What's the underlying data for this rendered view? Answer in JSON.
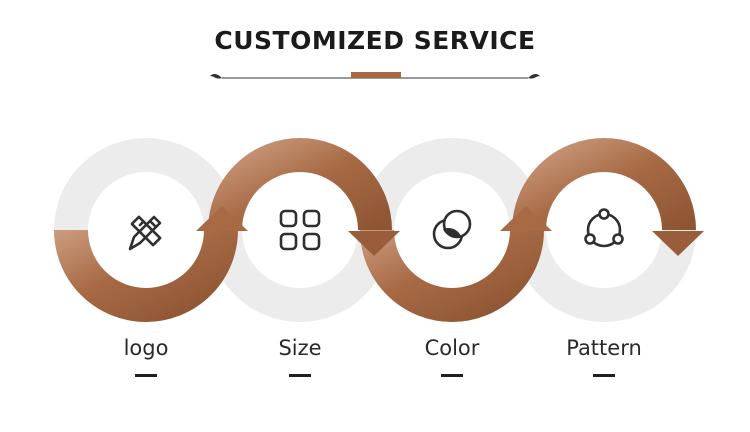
{
  "header": {
    "title": "CUSTOMIZED SERVICE"
  },
  "steps": [
    {
      "label": "logo",
      "icon": "pencil-ruler-icon"
    },
    {
      "label": "Size",
      "icon": "grid-four-squares-icon"
    },
    {
      "label": "Color",
      "icon": "overlapping-circles-icon"
    },
    {
      "label": "Pattern",
      "icon": "connected-nodes-icon"
    }
  ],
  "colors": {
    "accent": "#a86a45",
    "accent_light": "#c4926f",
    "accent_dark": "#8e5533",
    "ring_gray": "#ececec",
    "text": "#1b1b1b"
  }
}
